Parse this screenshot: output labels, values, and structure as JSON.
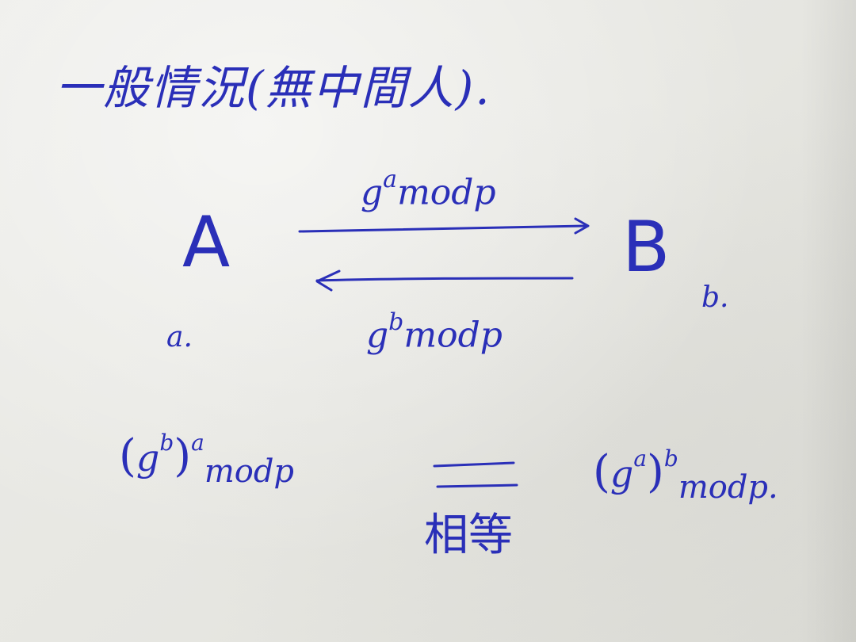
{
  "title": "一般情況(無中間人).",
  "nodes": {
    "a": {
      "label": "A",
      "secret": "a."
    },
    "b": {
      "label": "B",
      "secret": "b."
    }
  },
  "messages": {
    "a_to_b": {
      "base": "g",
      "exp": "a",
      "mod": "modp"
    },
    "b_to_a": {
      "base": "g",
      "exp": "b",
      "mod": "modp"
    }
  },
  "result": {
    "left": {
      "open": "(",
      "base": "g",
      "inner_exp": "b",
      "close": ")",
      "outer_exp": "a",
      "mod": "modp"
    },
    "right": {
      "open": "(",
      "base": "g",
      "inner_exp": "a",
      "close": ")",
      "outer_exp": "b",
      "mod": "modp."
    },
    "equal_label": "相等"
  },
  "colors": {
    "ink": "#2a2fb8",
    "paper": "#e9e9e5"
  }
}
